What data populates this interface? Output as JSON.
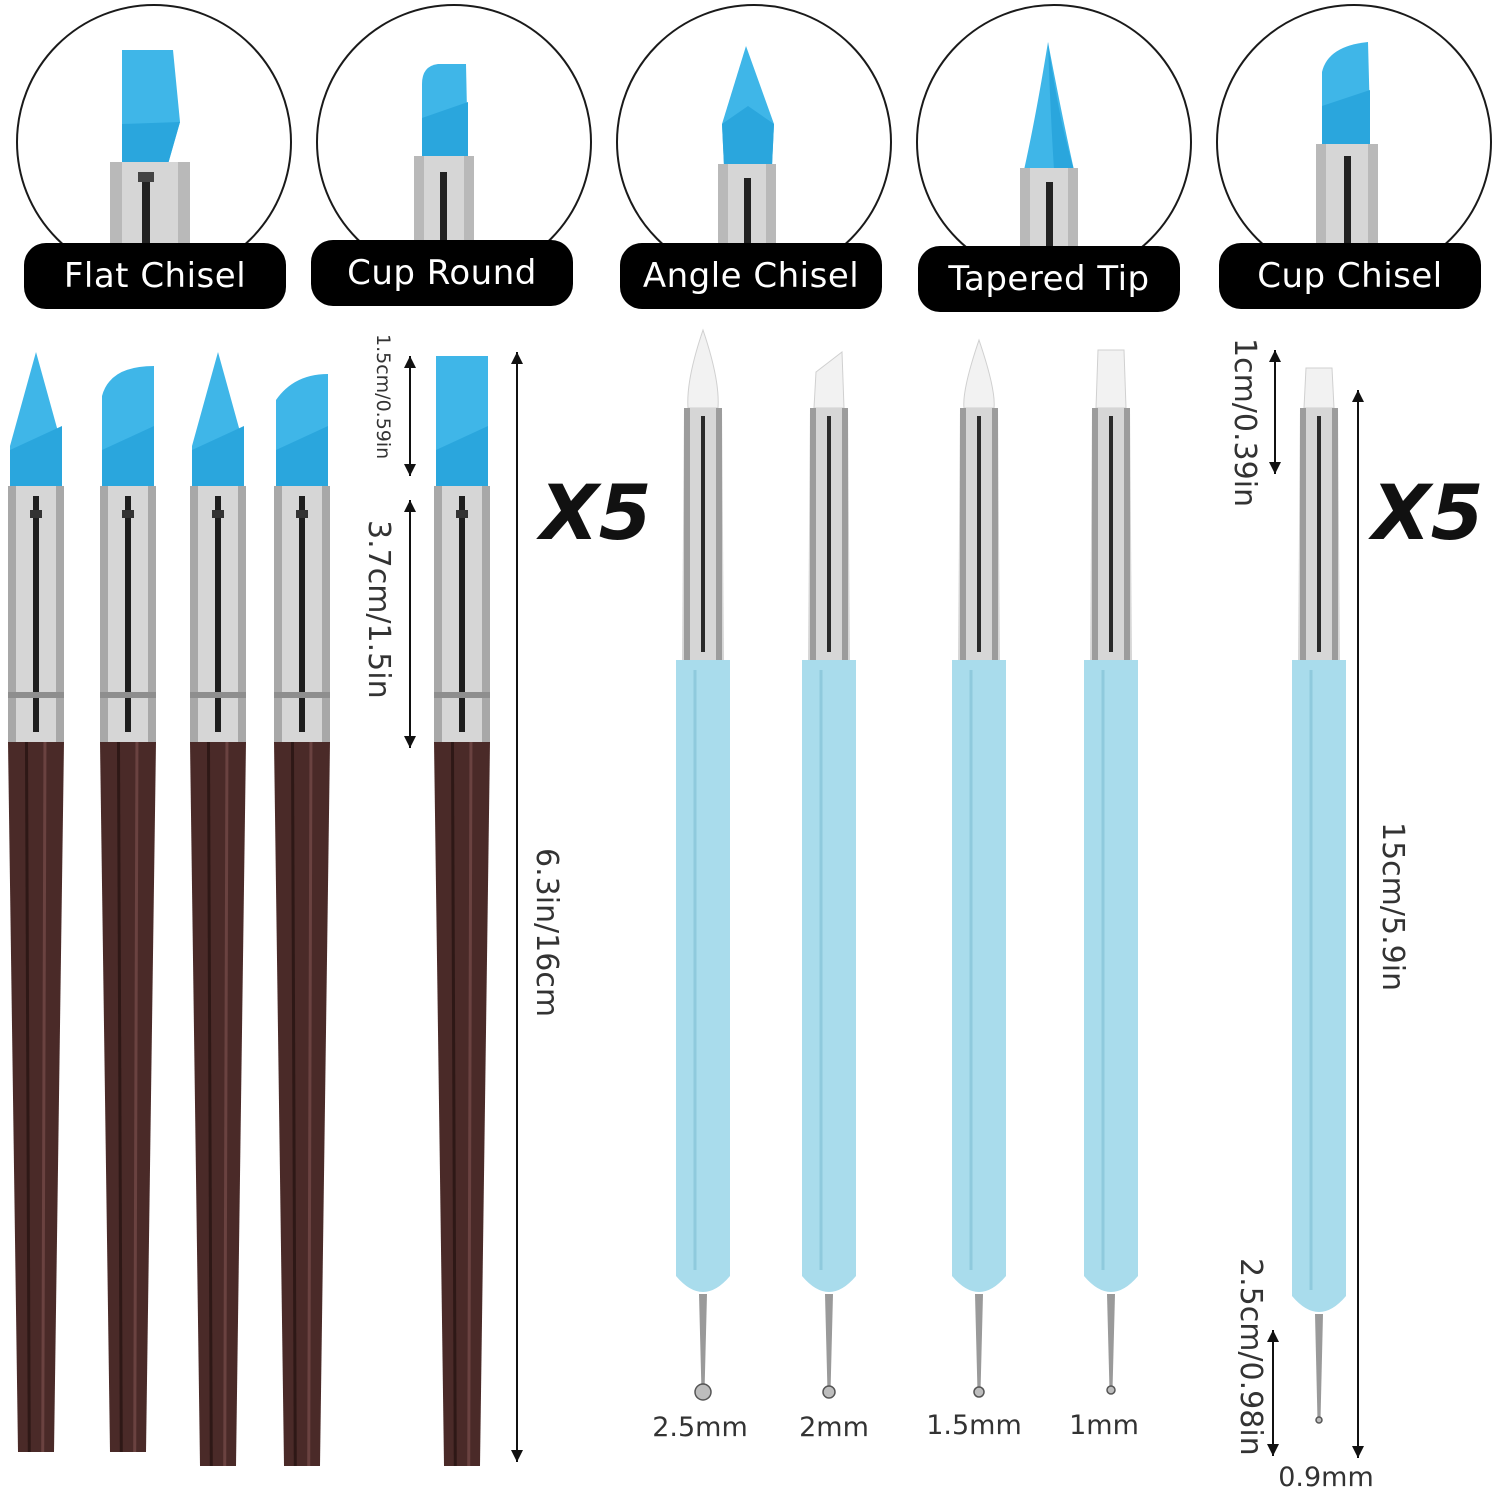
{
  "colors": {
    "silicone_blue": "#3fb6e8",
    "silicone_white": "#f2f2f2",
    "handle_brown": "#4a2a28",
    "handle_light_blue": "#a9dcec",
    "ferrule_silver": "#d6d6d6",
    "label_bg": "#000000"
  },
  "tip_shapes": [
    {
      "label": "Flat Chisel",
      "icon": "flat-chisel-tip-icon"
    },
    {
      "label": "Cup Round",
      "icon": "cup-round-tip-icon"
    },
    {
      "label": "Angle Chisel",
      "icon": "angle-chisel-tip-icon"
    },
    {
      "label": "Tapered Tip",
      "icon": "tapered-tip-icon"
    },
    {
      "label": "Cup Chisel",
      "icon": "cup-chisel-tip-icon"
    }
  ],
  "set_a": {
    "quantity": "X5",
    "dim_tip": "1.5cm/0.59in",
    "dim_ferrule": "3.7cm/1.5in",
    "dim_total": "6.3in/16cm"
  },
  "set_b": {
    "quantity": "X5",
    "dim_tip": "1cm/0.39in",
    "dim_total": "15cm/5.9in",
    "dim_stylus": "2.5cm/0.98in",
    "ball_sizes": [
      "2.5mm",
      "2mm",
      "1.5mm",
      "1mm",
      "0.9mm"
    ]
  }
}
